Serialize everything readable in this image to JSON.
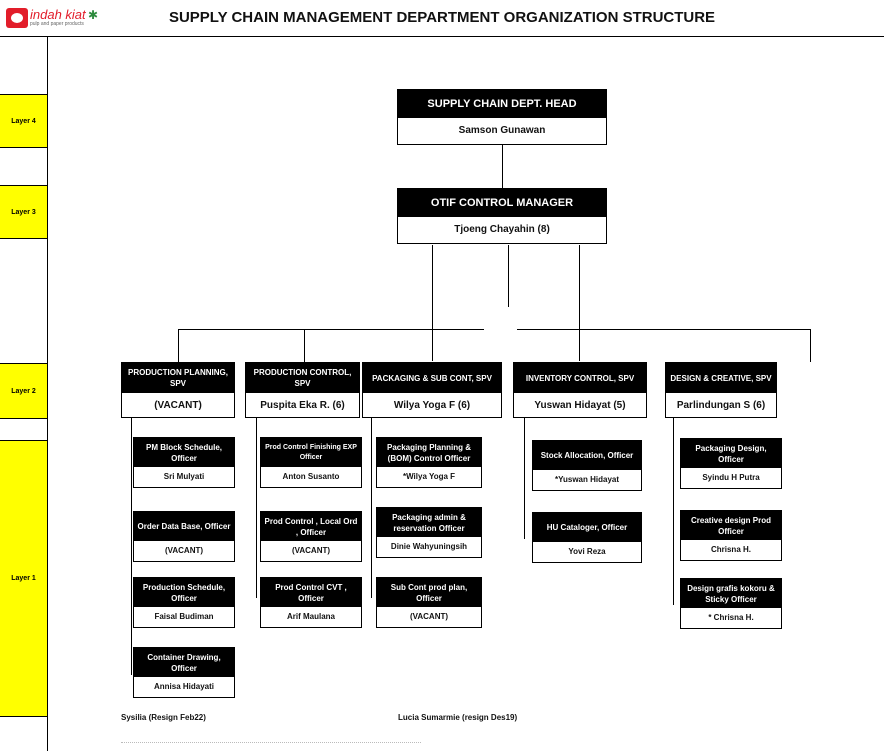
{
  "header": {
    "title": "SUPPLY CHAIN MANAGEMENT DEPARTMENT ORGANIZATION STRUCTURE",
    "logo": {
      "name": "indah kiat",
      "tagline": "pulp and paper products"
    }
  },
  "layers": [
    "Layer 4",
    "Layer 3",
    "Layer 2",
    "Layer 1"
  ],
  "head": {
    "title": "SUPPLY CHAIN  DEPT. HEAD",
    "name": "Samson Gunawan"
  },
  "manager": {
    "title": "OTIF CONTROL MANAGER",
    "name": "Tjoeng Chayahin (8)"
  },
  "supervisors": [
    {
      "title": "PRODUCTION PLANNING, SPV",
      "name": "(VACANT)",
      "officers": [
        {
          "title": "PM Block Schedule, Officer",
          "name": "Sri Mulyati"
        },
        {
          "title": "Order Data Base, Officer",
          "name": "(VACANT)"
        },
        {
          "title": "Production Schedule, Officer",
          "name": "Faisal Budiman"
        },
        {
          "title": "Container Drawing, Officer",
          "name": "Annisa Hidayati"
        }
      ]
    },
    {
      "title": "PRODUCTION CONTROL, SPV",
      "name": "Puspita Eka R. (6)",
      "officers": [
        {
          "title": "Prod Control Finishing EXP Officer",
          "name": "Anton Susanto"
        },
        {
          "title": "Prod Control , Local Ord , Officer",
          "name": "(VACANT)"
        },
        {
          "title": "Prod Control CVT , Officer",
          "name": "Arif Maulana"
        }
      ]
    },
    {
      "title": "PACKAGING & SUB CONT, SPV",
      "name": "Wilya Yoga F (6)",
      "officers": [
        {
          "title": "Packaging Planning & (BOM) Control Officer",
          "name": "*Wilya Yoga F"
        },
        {
          "title": "Packaging  admin & reservation Officer",
          "name": "Dinie Wahyuningsih"
        },
        {
          "title": "Sub Cont prod plan, Officer",
          "name": "(VACANT)"
        }
      ]
    },
    {
      "title": "INVENTORY CONTROL, SPV",
      "name": "Yuswan Hidayat (5)",
      "officers": [
        {
          "title": "Stock Allocation, Officer",
          "name": "*Yuswan Hidayat"
        },
        {
          "title": "HU Cataloger, Officer",
          "name": "Yovi Reza"
        }
      ]
    },
    {
      "title": "DESIGN & CREATIVE, SPV",
      "name": "Parlindungan  S (6)",
      "officers": [
        {
          "title": "Packaging Design, Officer",
          "name": "Syindu H Putra"
        },
        {
          "title": "Creative  design Prod Officer",
          "name": "Chrisna H."
        },
        {
          "title": "Design grafis kokoru & Sticky Officer",
          "name": "* Chrisna H."
        }
      ]
    }
  ],
  "notes": [
    "Sysilia (Resign Feb22)",
    "Lucia Sumarmie (resign Des19)"
  ],
  "colors": {
    "box_header": "#000000",
    "layer_highlight": "#ffff00",
    "logo_red": "#e21d2a",
    "logo_green": "#2e8b3e"
  },
  "icons": [
    "logo-mark-icon",
    "logo-star-icon"
  ]
}
